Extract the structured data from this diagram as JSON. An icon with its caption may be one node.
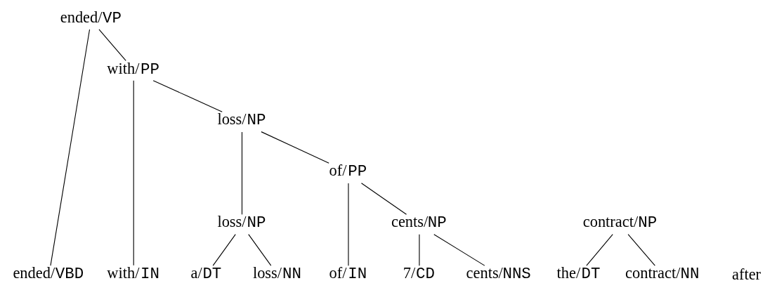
{
  "diagram": {
    "nodes": [
      {
        "text": [
          "ended/VP"
        ]
      },
      {
        "text": [
          "with/PP"
        ]
      },
      {
        "text": [
          "loss/NP"
        ]
      },
      {
        "text": [
          "loss/NP"
        ]
      },
      {
        "text": [
          "of/PP"
        ]
      },
      {
        "text": [
          "contract/NP"
        ]
      },
      {
        "text": [
          "cents/NP"
        ]
      },
      {
        "text": [
          "the/DT"
        ]
      },
      {
        "text": [
          "contract/NN"
        ]
      },
      {
        "text": [
          "ended/VBD"
        ]
      },
      {
        "text": [
          "with/IN"
        ]
      },
      {
        "text": [
          "a/DT"
        ]
      },
      {
        "text": [
          "loss/NN"
        ]
      },
      {
        "text": [
          "of/IN"
        ]
      },
      {
        "text": [
          "7/CD"
        ]
      },
      {
        "text": [
          "cents/NNS"
        ]
      }
    ],
    "edges": [
      {
        "from": 0,
        "to": 9,
        "arrow": "none"
      },
      {
        "from": 0,
        "to": 1,
        "arrow": "none"
      },
      {
        "from": 1,
        "to": 10,
        "arrow": "none"
      },
      {
        "from": 1,
        "to": 2,
        "arrow": "none"
      },
      {
        "from": 2,
        "to": 3,
        "arrow": "none"
      },
      {
        "from": 2,
        "to": 4,
        "arrow": "none"
      },
      {
        "from": 3,
        "to": 11,
        "arrow": "none"
      },
      {
        "from": 3,
        "to": 12,
        "arrow": "none"
      },
      {
        "from": 4,
        "to": 13,
        "arrow": "none"
      },
      {
        "from": 4,
        "to": 6,
        "arrow": "none"
      },
      {
        "from": 6,
        "to": 14,
        "arrow": "none"
      },
      {
        "from": 6,
        "to": 15,
        "arrow": "none"
      },
      {
        "from": 5,
        "to": 7,
        "arrow": "none"
      },
      {
        "from": 5,
        "to": 8,
        "arrow": "none"
      }
    ],
    "labels": [
      "after"
    ]
  }
}
